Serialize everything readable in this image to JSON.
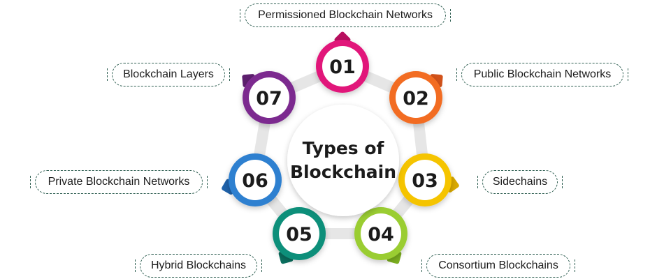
{
  "center": {
    "line1": "Types of",
    "line2": "Blockchain"
  },
  "nodes": [
    {
      "num": "01",
      "label": "Permissioned Blockchain Networks",
      "color": "#e1157a",
      "accent": "#b80f5f"
    },
    {
      "num": "02",
      "label": "Public Blockchain Networks",
      "color": "#f26c22",
      "accent": "#d2521a"
    },
    {
      "num": "03",
      "label": "Sidechains",
      "color": "#f5c400",
      "accent": "#d9a900"
    },
    {
      "num": "04",
      "label": "Consortium Blockchains",
      "color": "#9acd32",
      "accent": "#7bae1f"
    },
    {
      "num": "05",
      "label": "Hybrid Blockchains",
      "color": "#0f8f7a",
      "accent": "#0a6f5f"
    },
    {
      "num": "06",
      "label": "Private Blockchain Networks",
      "color": "#2f80d0",
      "accent": "#1f62aa"
    },
    {
      "num": "07",
      "label": "Blockchain Layers",
      "color": "#7b2c8f",
      "accent": "#5d1f6e"
    }
  ]
}
